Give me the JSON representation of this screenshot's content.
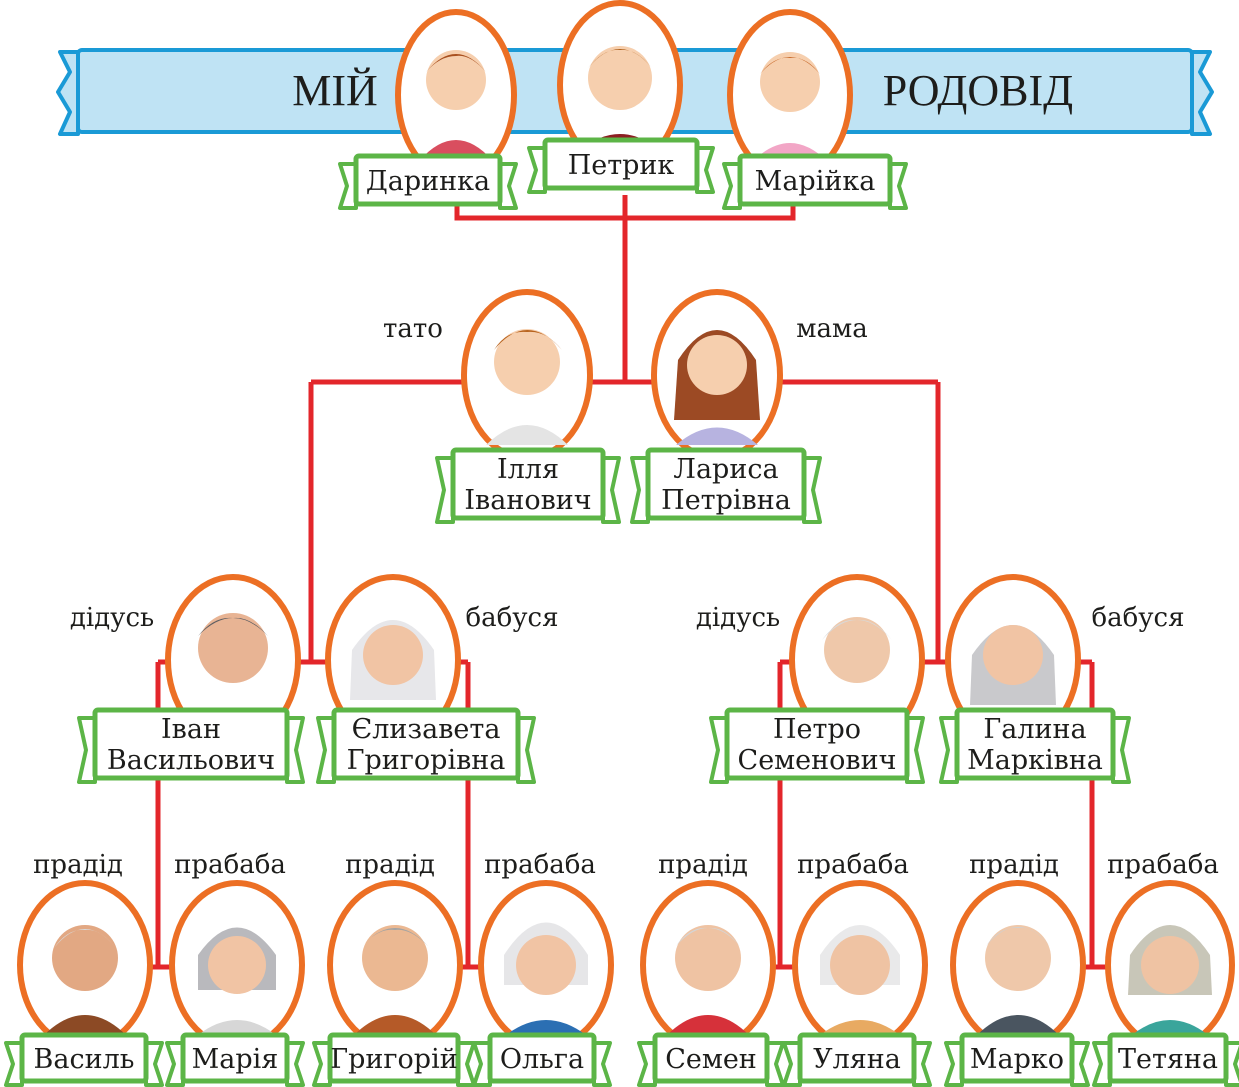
{
  "title": {
    "left": "МІЙ",
    "right": "РОДОВІД"
  },
  "colors": {
    "line": "#e3262b",
    "frame": "#ec6f24",
    "ribbon": "#5cb547",
    "banner_fill": "#bfe3f4",
    "banner_stroke": "#1a9ad6"
  },
  "children": [
    {
      "name": "Даринка"
    },
    {
      "name": "Петрик"
    },
    {
      "name": "Марійка"
    }
  ],
  "parents": [
    {
      "role": "тато",
      "line1": "Ілля",
      "line2": "Іванович"
    },
    {
      "role": "мама",
      "line1": "Лариса",
      "line2": "Петрівна"
    }
  ],
  "grandparents": [
    {
      "role": "дідусь",
      "line1": "Іван",
      "line2": "Васильович"
    },
    {
      "role": "бабуся",
      "line1": "Єлизавета",
      "line2": "Григорівна"
    },
    {
      "role": "дідусь",
      "line1": "Петро",
      "line2": "Семенович"
    },
    {
      "role": "бабуся",
      "line1": "Галина",
      "line2": "Марківна"
    }
  ],
  "great_grandparents": [
    {
      "role": "прадід",
      "name": "Василь"
    },
    {
      "role": "прабаба",
      "name": "Марія"
    },
    {
      "role": "прадід",
      "name": "Григорій"
    },
    {
      "role": "прабаба",
      "name": "Ольга"
    },
    {
      "role": "прадід",
      "name": "Семен"
    },
    {
      "role": "прабаба",
      "name": "Уляна"
    },
    {
      "role": "прадід",
      "name": "Марко"
    },
    {
      "role": "прабаба",
      "name": "Тетяна"
    }
  ]
}
